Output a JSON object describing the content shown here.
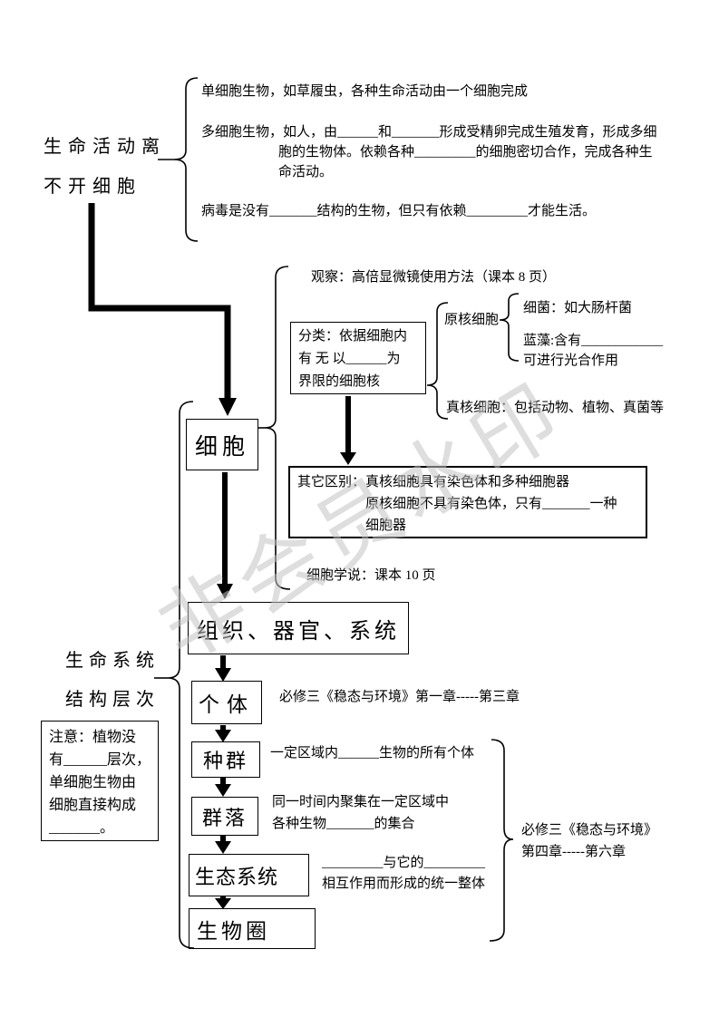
{
  "page": {
    "background": "#ffffff",
    "ink": "#000000",
    "watermark_color": "#c4c4c4"
  },
  "watermark": {
    "text": "非会员水印"
  },
  "root": {
    "label_l1": "生命活动离",
    "label_l2": "不开细胞"
  },
  "top": {
    "unicell": "单细胞生物，如草履虫，各种生命活动由一个细胞完成",
    "multicell_l1": "多细胞生物，如人，由______和_______形成受精卵完成生殖发育，形成多细",
    "multicell_l2": "胞的生物体。依赖各种_________的细胞密切合作，完成各种生",
    "multicell_l3": "命活动。",
    "virus": "病毒是没有_______结构的生物，但只有依赖_________才能生活。"
  },
  "cell_branch": {
    "observe": "观察：高倍显微镜使用方法（课本 8 页）",
    "classify_l1": "分类：依据细胞内",
    "classify_l2": "有 无 以______为",
    "classify_l3": "界限的细胞核",
    "prokaryote": "原核细胞",
    "bacteria": "细菌：如大肠杆菌",
    "cyano_l1": "蓝藻:含有____________",
    "cyano_l2": "可进行光合作用",
    "eukaryote": "真核细胞：包括动物、植物、真菌等",
    "other_label": "其它区别：",
    "other_l1": "真核细胞具有染色体和多种细胞器",
    "other_l2": "原核细胞不具有染色体，只有_______一种",
    "other_l3": "细胞器",
    "cell_theory": "细胞学说：课本 10 页"
  },
  "hierarchy": {
    "label_l1": "生命系统",
    "label_l2": "结构层次",
    "cell": "细胞",
    "tissue": "组织、器官、系统",
    "individual": "个体",
    "population": "种群",
    "community": "群落",
    "ecosystem": "生态系统",
    "biosphere": "生物圈",
    "individual_note": "必修三《稳态与环境》第一章-----第三章",
    "population_desc": "一定区域内______生物的所有个体",
    "community_l1": "同一时间内聚集在一定区域中",
    "community_l2": "各种生物_______的集合",
    "ecosystem_l1": "_________与它的_________",
    "ecosystem_l2": "相互作用而形成的统一整体",
    "group_note_l1": "必修三《稳态与环境》",
    "group_note_l2": "第四章-----第六章"
  },
  "note": {
    "l1": "注意：植物没",
    "l2": "有______层次，",
    "l3": "单细胞生物由",
    "l4": "细胞直接构成",
    "l5": "_______。"
  }
}
